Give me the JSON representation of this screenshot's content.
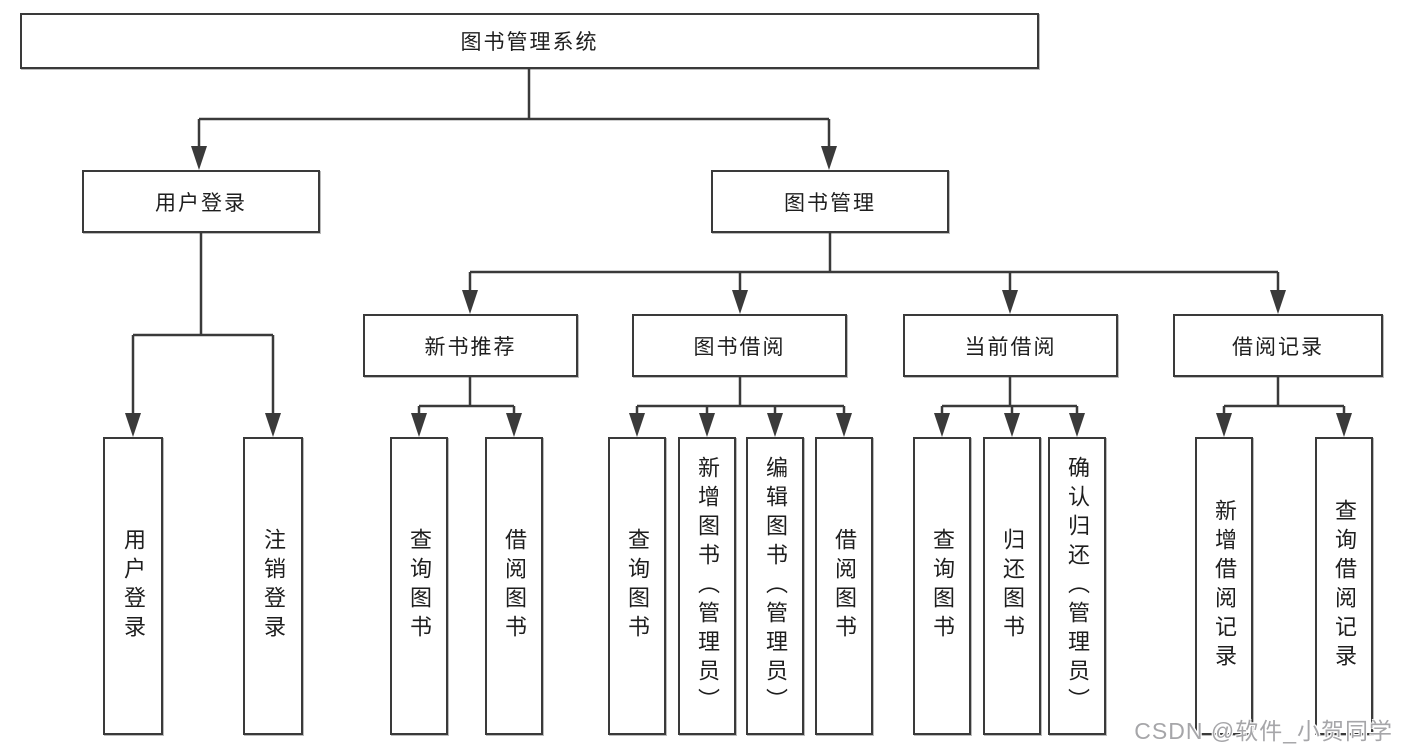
{
  "diagram": {
    "type": "hierarchy-tree",
    "root": {
      "label": "图书管理系统"
    },
    "level2": [
      {
        "label": "用户登录",
        "children": [
          "用户登录",
          "注销登录"
        ]
      },
      {
        "label": "图书管理",
        "children": [
          "新书推荐",
          "图书借阅",
          "当前借阅",
          "借阅记录"
        ]
      }
    ],
    "level3": [
      {
        "label": "新书推荐",
        "children": [
          "查询图书",
          "借阅图书"
        ]
      },
      {
        "label": "图书借阅",
        "children": [
          "查询图书",
          "新增图书（管理员）",
          "编辑图书（管理员）",
          "借阅图书"
        ]
      },
      {
        "label": "当前借阅",
        "children": [
          "查询图书",
          "归还图书",
          "确认归还（管理员）"
        ]
      },
      {
        "label": "借阅记录",
        "children": [
          "新增借阅记录",
          "查询借阅记录"
        ]
      }
    ],
    "colors": {
      "line": "#3a3a3a",
      "text": "#1e1e1e",
      "background": "#ffffff",
      "watermark": "#a6a6a9"
    },
    "watermark": {
      "text": "CSDN @软件_小贺同学"
    }
  }
}
